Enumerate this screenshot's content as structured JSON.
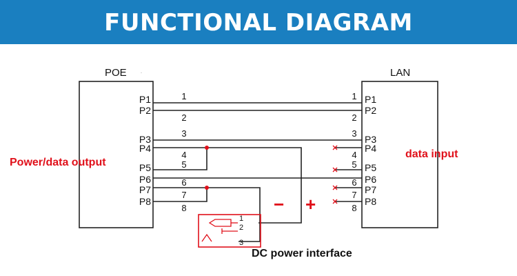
{
  "header": {
    "title": "FUNCTIONAL DIAGRAM",
    "background": "#1a7fc0",
    "text_color": "#ffffff"
  },
  "poe_box": {
    "title": "POE",
    "side_label": "Power/data output",
    "pins": [
      "P1",
      "P2",
      "P3",
      "P4",
      "P5",
      "P6",
      "P7",
      "P8"
    ]
  },
  "lan_box": {
    "title": "LAN",
    "side_label": "data input",
    "pins": [
      "P1",
      "P2",
      "P3",
      "P4",
      "P5",
      "P6",
      "P7",
      "P8"
    ]
  },
  "wire_numbers_left": [
    "1",
    "2",
    "3",
    "4",
    "5",
    "6",
    "7",
    "8"
  ],
  "wire_numbers_right": [
    "1",
    "2",
    "3",
    "4",
    "5",
    "6",
    "7",
    "8"
  ],
  "polarity": {
    "minus": "−",
    "plus": "+"
  },
  "dc_connector": {
    "label": "DC power interface",
    "pins": [
      "1",
      "2",
      "3"
    ]
  },
  "colors": {
    "line": "#222222",
    "red_label": "#e0101a",
    "connector_box": "#e0101a"
  }
}
